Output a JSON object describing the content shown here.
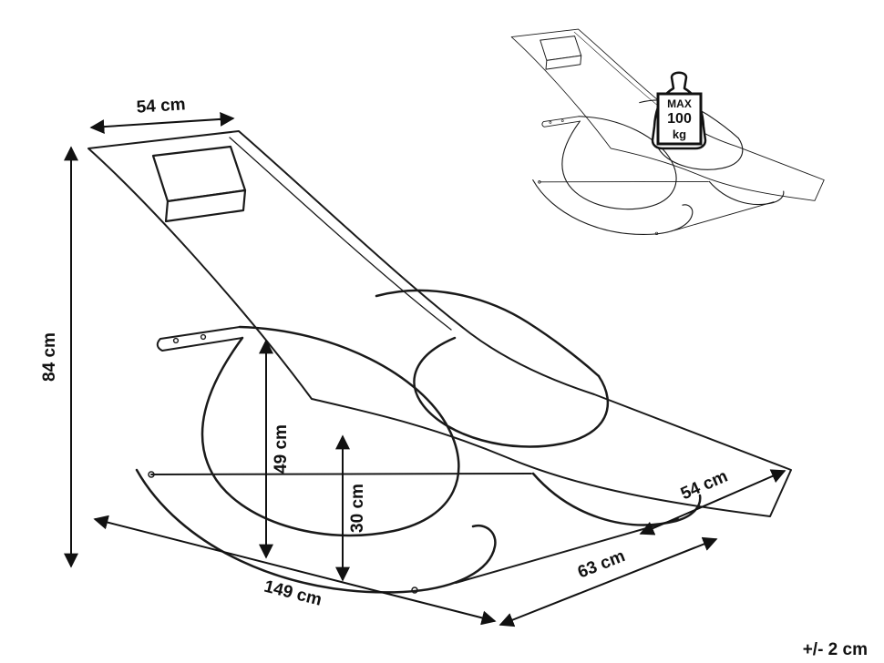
{
  "diagram": {
    "dimensions": {
      "top_width": "54 cm",
      "height": "84 cm",
      "seat_height": "49 cm",
      "base_height": "30 cm",
      "length": "149 cm",
      "depth": "63 cm",
      "foot_width": "54 cm"
    },
    "tolerance": "+/- 2 cm",
    "max_load": {
      "label": "MAX",
      "value": "100",
      "unit": "kg"
    },
    "colors": {
      "line": "#1a1a1a",
      "background": "#ffffff"
    }
  }
}
